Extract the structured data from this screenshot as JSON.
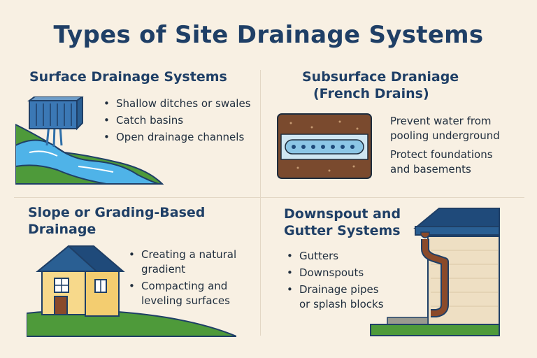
{
  "title": "Types of Site Drainage Systems",
  "surface": {
    "heading": "Surface Drainage Systems",
    "items": [
      "Shallow ditches or swales",
      "Catch basins",
      "Open drainage channels"
    ]
  },
  "subsurface": {
    "heading_line1": "Subsurface Draniage",
    "heading_line2": "(French Drains)",
    "text1_line1": "Prevent water from",
    "text1_line2": "pooling underground",
    "text2_line1": "Protect foundations",
    "text2_line2": "and basements"
  },
  "slope": {
    "heading_line1": "Slope or Grading-Based",
    "heading_line2": "Drainage",
    "item1_line1": "Creating a natural",
    "item1_line2": "gradient",
    "item2_line1": "Compacting and",
    "item2_line2": "leveling surfaces"
  },
  "gutter": {
    "heading_line1": "Downspout and",
    "heading_line2": "Gutter Systems",
    "item1": "Gutters",
    "item2": "Downspouts",
    "item3_line1": "Drainage pipes",
    "item3_line2": "or splash blocks"
  },
  "colors": {
    "background": "#f8f0e3",
    "title": "#1f3f66",
    "water": "#4fb3e8",
    "grass": "#4e9a3a",
    "soil": "#7a4a2e",
    "house": "#f7d98b",
    "roof": "#1f4a7a"
  }
}
